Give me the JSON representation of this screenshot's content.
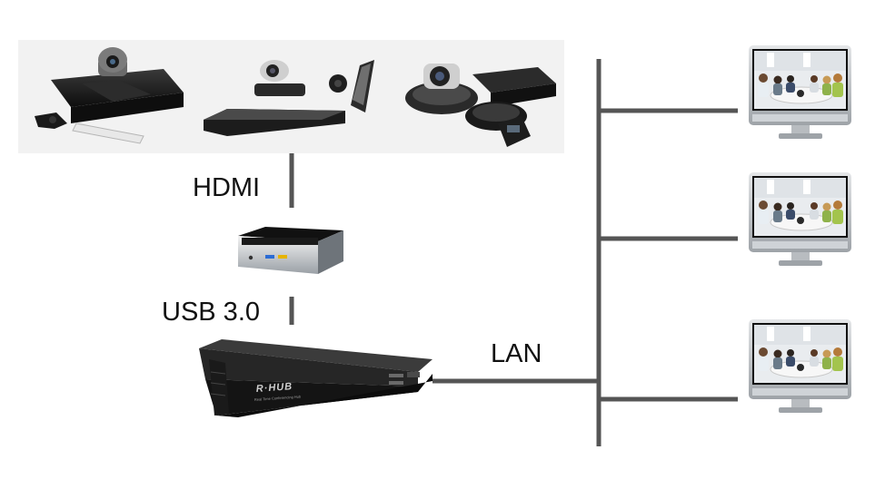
{
  "labels": {
    "hdmi": "HDMI",
    "usb": "USB 3.0",
    "lan": "LAN",
    "rhub_brand": "R·HUB",
    "rhub_sub": "Real Time Conferencing Hub"
  },
  "devices": {
    "conference_systems": [
      "polycom-style codec with camera",
      "cisco-style codec with camera",
      "yealink-style codec with camera"
    ],
    "mini_pc": "mini pc",
    "server": "r-hub server",
    "monitors": 3
  },
  "colors": {
    "wire": "#555555",
    "panel_bg": "#f2f2f2",
    "device_dark": "#1b1b1b",
    "screen_bg": "#e9ecef"
  }
}
